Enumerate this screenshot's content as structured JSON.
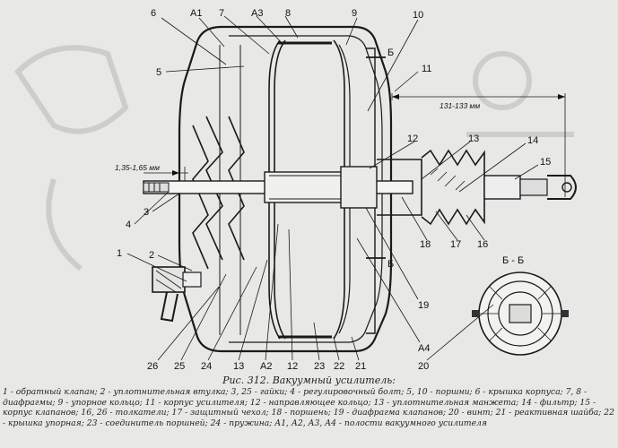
{
  "figure": {
    "caption": "Рис. 312. Вакуумный усилитель:",
    "legend": "1 - обратный клапан; 2 - уплотнительная втулка; 3, 25 - гайки; 4 - регулировочный болт; 5, 10 - поршни; 6 - крышка корпуса; 7, 8 - диафрагмы; 9 - упорное кольцо; 11 - корпус усилителя; 12 - направляющее кольцо; 13 - уплотнительная манжета; 14 - фильтр; 15 - корпус клапанов; 16, 26 - толкатели; 17 - защитный чехол; 18 - поршень; 19 - диафрагма клапанов; 20 - винт; 21 - реактивная шайба; 22 - крышка упорная; 23 - соединитель поршней; 24 - пружина; А1, А2, А3, А4 - полости вакуумного усилителя"
  },
  "labels": {
    "n1": "1",
    "n2": "2",
    "n3": "3",
    "n4": "4",
    "n5": "5",
    "n6": "6",
    "n7": "7",
    "n8": "8",
    "n9": "9",
    "n10": "10",
    "n11": "11",
    "n12a": "12",
    "n12b": "12",
    "n13a": "13",
    "n13b": "13",
    "n14": "14",
    "n15": "15",
    "n16": "16",
    "n17": "17",
    "n18": "18",
    "n19": "19",
    "n20": "20",
    "n21": "21",
    "n22": "22",
    "n23": "23",
    "n24": "24",
    "n25": "25",
    "n26": "26",
    "a1": "А1",
    "a2": "А2",
    "a3": "А3",
    "a4": "А4",
    "b_top": "Б",
    "b_bot": "Б",
    "section": "Б - Б"
  },
  "dimensions": {
    "width_dim": "131-133 мм",
    "gap_dim": "1,35-1,65 мм"
  }
}
